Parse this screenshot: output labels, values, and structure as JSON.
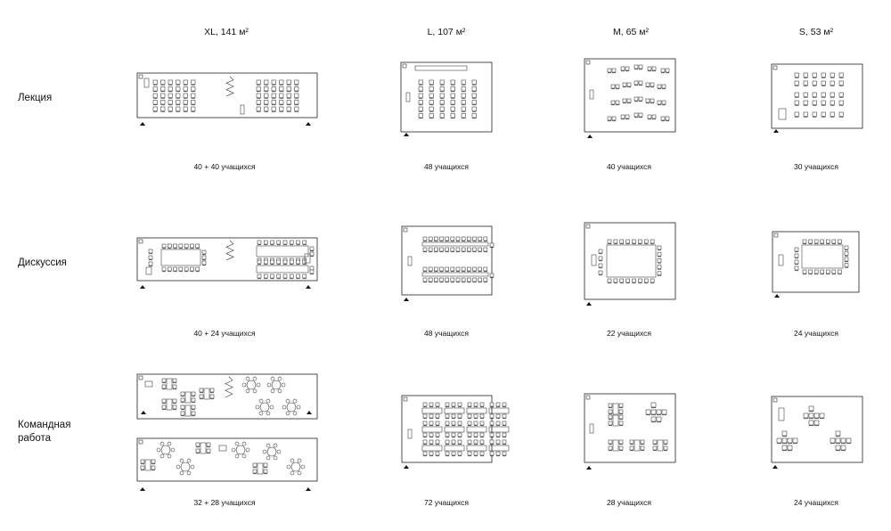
{
  "columns": [
    "XL, 141 м²",
    "L, 107 м²",
    "M, 65 м²",
    "S, 53 м²"
  ],
  "rows": [
    {
      "label": "Лекция",
      "captions": [
        "40 + 40 учащихся",
        "48 учащихся",
        "40 учащихся",
        "30 учащихся"
      ]
    },
    {
      "label": "Дискуссия",
      "captions": [
        "40 + 24 учащихся",
        "48 учащихся",
        "22 учащихся",
        "24 учащихся"
      ]
    },
    {
      "label": "Командная работа",
      "captions": [
        "32 + 28 учащихся",
        "72 учащихся",
        "28 учащихся",
        "24 учащихся"
      ]
    }
  ]
}
